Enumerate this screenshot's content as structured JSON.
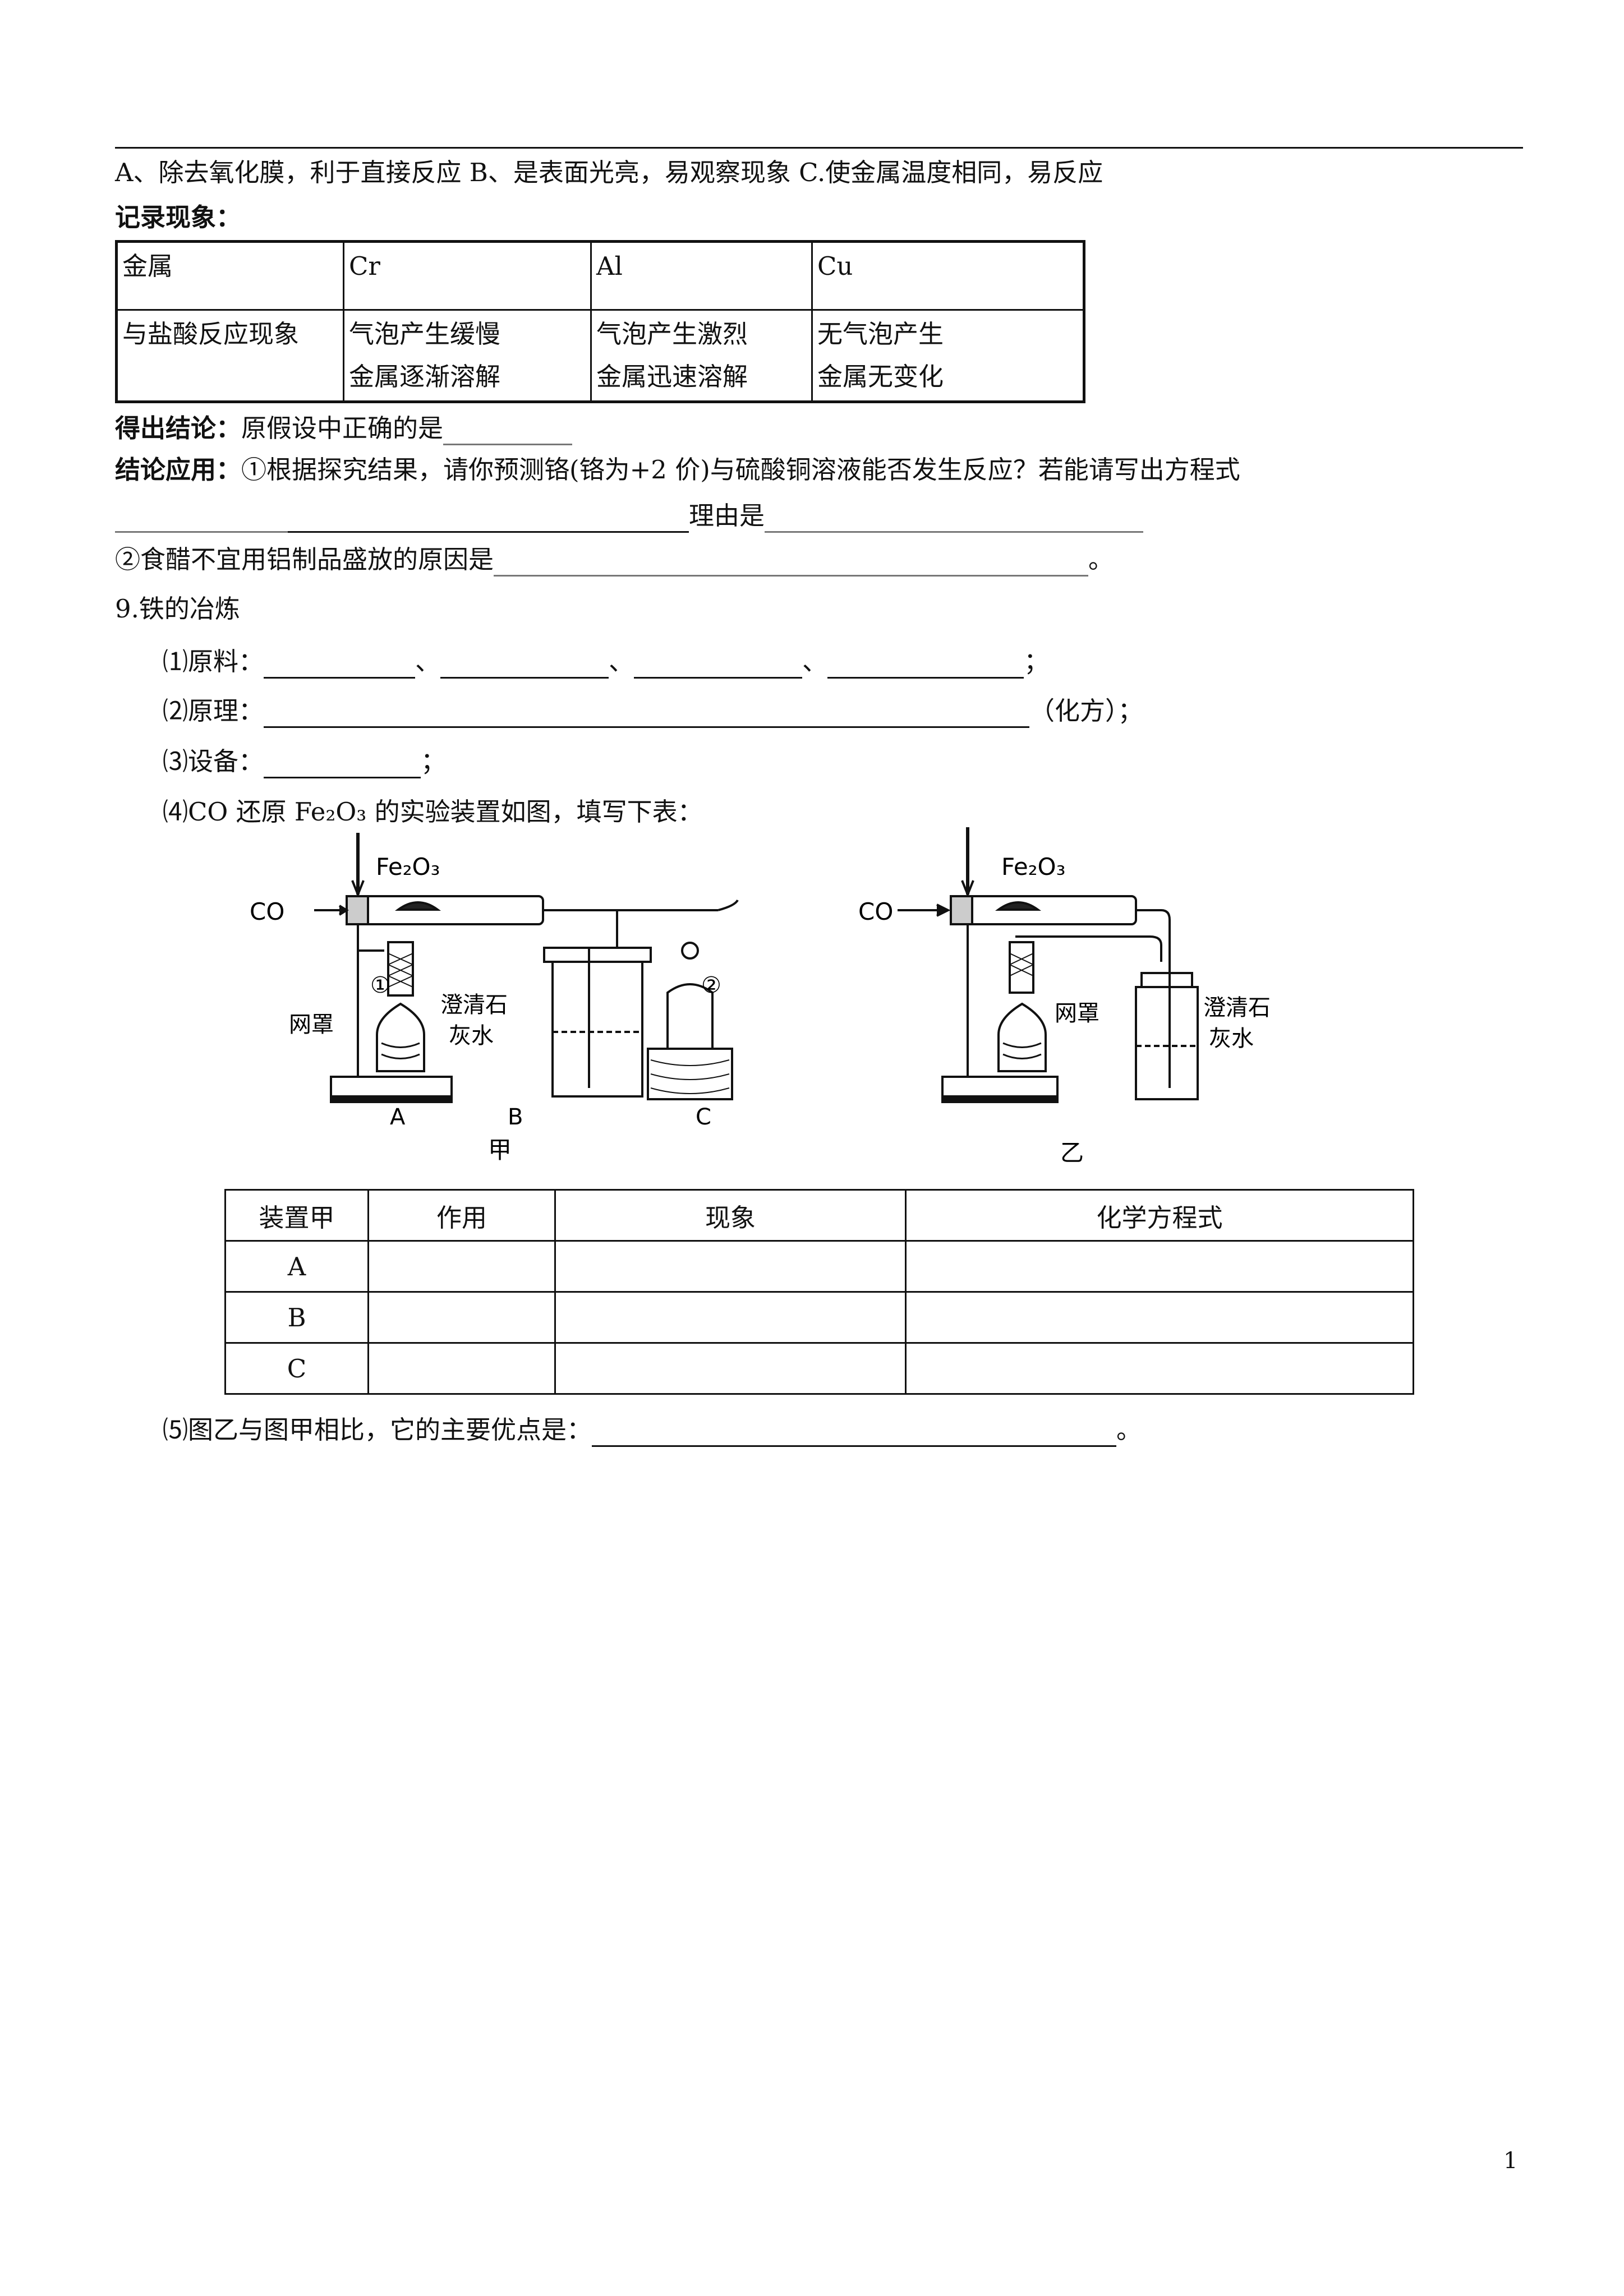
{
  "options_line": "A、除去氧化膜，利于直接反应 B、是表面光亮，易观察现象 C.使金属温度相同，易反应",
  "record_heading": "记录现象：",
  "metals_table": {
    "header": [
      "金属",
      "Cr",
      "Al",
      "Cu"
    ],
    "row_label": "与盐酸反应现象",
    "cells": [
      [
        "气泡产生缓慢",
        "金属逐渐溶解"
      ],
      [
        "气泡产生激烈",
        "金属迅速溶解"
      ],
      [
        "无气泡产生",
        "金属无变化"
      ]
    ]
  },
  "conclusion": {
    "label": "得出结论：",
    "text": "原假设中正确的是"
  },
  "application": {
    "label": "结论应用：",
    "q1": "①根据探究结果，请你预测铬(铬为+2 价)与硫酸铜溶液能否发生反应？若能请写出方程式",
    "reason": "理由是",
    "q2": "②食醋不宜用铝制品盛放的原因是",
    "q2_end": "。"
  },
  "section9": {
    "title": "9.铁的冶炼",
    "raw": "⑴原料：",
    "sep": "、",
    "semicolon": "；",
    "principle": "⑵原理：",
    "principle_note": "（化方）；",
    "equipment": "⑶设备：",
    "q4": "⑷CO 还原 Fe₂O₃ 的实验装置如图，填写下表：",
    "q5": "⑸图乙与图甲相比，它的主要优点是：",
    "q5_end": "。"
  },
  "diagram": {
    "jia": {
      "co": "CO",
      "fe2o3": "Fe₂O₃",
      "mark1": "①",
      "mark2": "②",
      "net": "网罩",
      "limewater_1": "澄清石",
      "limewater_2": "灰水",
      "a": "A",
      "b": "B",
      "c": "C",
      "caption": "甲"
    },
    "yi": {
      "co": "CO",
      "fe2o3": "Fe₂O₃",
      "net": "网罩",
      "limewater_1": "澄清石",
      "limewater_2": "灰水",
      "caption": "乙"
    }
  },
  "device_table": {
    "header": [
      "装置甲",
      "作用",
      "现象",
      "化学方程式"
    ],
    "rows": [
      "A",
      "B",
      "C"
    ]
  },
  "page_number": "1"
}
